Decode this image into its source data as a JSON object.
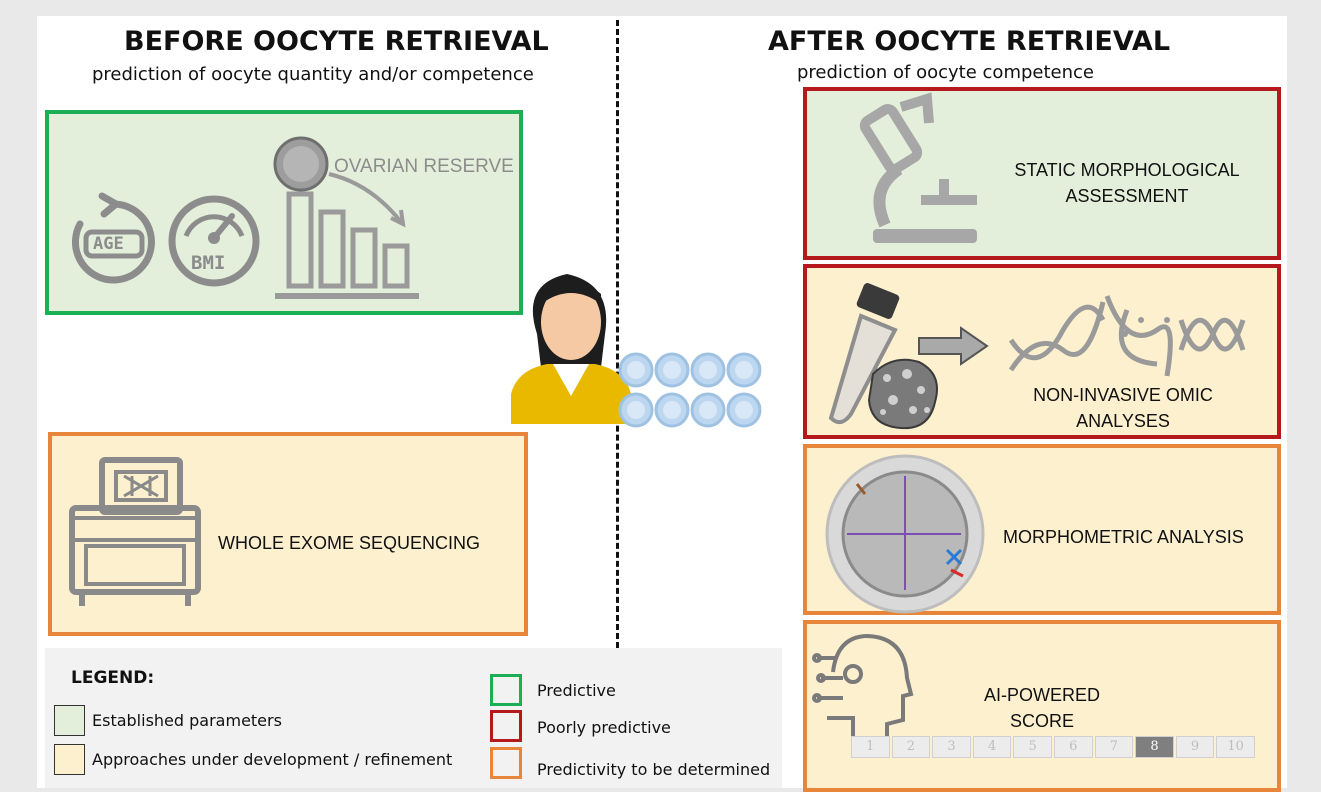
{
  "left": {
    "title": "BEFORE OOCYTE RETRIEVAL",
    "subtitle": "prediction of oocyte quantity and/or competence",
    "box1": {
      "label": "OVARIAN RESERVE",
      "icon_age_text": "AGE",
      "icon_bmi_text": "BMI"
    },
    "box2": {
      "label": "WHOLE EXOME SEQUENCING"
    }
  },
  "right": {
    "title": "AFTER OOCYTE RETRIEVAL",
    "subtitle": "prediction of oocyte competence",
    "box1": {
      "label_line1": "STATIC MORPHOLOGICAL",
      "label_line2": "ASSESSMENT"
    },
    "box2": {
      "label_line1": "NON-INVASIVE OMIC",
      "label_line2": "ANALYSES"
    },
    "box3": {
      "label": "MORPHOMETRIC ANALYSIS"
    },
    "box4": {
      "label": "AI-POWERED SCORE",
      "scale": [
        "1",
        "2",
        "3",
        "4",
        "5",
        "6",
        "7",
        "8",
        "9",
        "10"
      ],
      "selected": "8"
    }
  },
  "legend": {
    "title": "LEGEND:",
    "items": [
      {
        "text": "Established parameters"
      },
      {
        "text": "Approaches under development / refinement"
      }
    ],
    "border_items": [
      {
        "text": "Predictive"
      },
      {
        "text": "Poorly predictive"
      },
      {
        "text": "Predictivity to be determined"
      }
    ]
  },
  "colors": {
    "established": "#e4efdb",
    "under_development": "#fdf0cf",
    "predictive": "#1bae55",
    "poorly_predictive": "#b5191c",
    "tbd": "#e7853a"
  }
}
